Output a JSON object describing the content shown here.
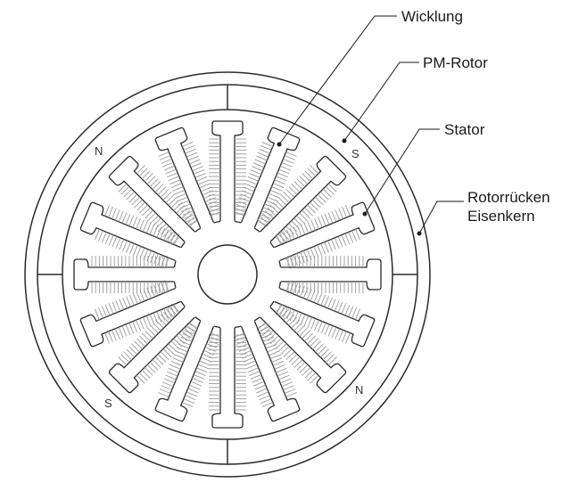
{
  "labels": {
    "winding": "Wicklung",
    "pm_rotor": "PM-Rotor",
    "stator": "Stator",
    "rotor_back_line1": "Rotorrücken",
    "rotor_back_line2": "Eisenkern"
  },
  "poles": {
    "top_left": "N",
    "top_right": "S",
    "bottom_left": "S",
    "bottom_right": "N"
  },
  "stator_teeth": 16,
  "colors": {
    "line": "#2a2a2a",
    "winding": "#9a9a9a",
    "text": "#1a1a1a"
  }
}
